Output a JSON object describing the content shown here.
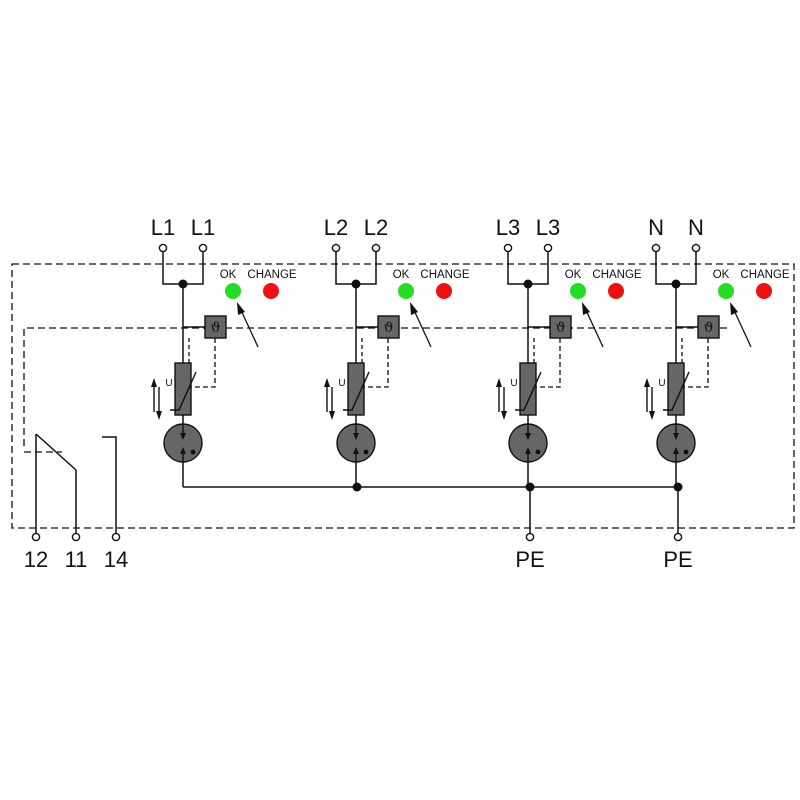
{
  "colors": {
    "line": "#111111",
    "component_fill": "#666666",
    "led_ok": "#22dd22",
    "led_change": "#ee1111",
    "background": "#ffffff"
  },
  "modules": [
    {
      "terminal_left": "L1",
      "terminal_right": "L1",
      "ok_label": "OK",
      "change_label": "CHANGE",
      "theta_symbol": "ϑ",
      "u_label": "U"
    },
    {
      "terminal_left": "L2",
      "terminal_right": "L2",
      "ok_label": "OK",
      "change_label": "CHANGE",
      "theta_symbol": "ϑ",
      "u_label": "U"
    },
    {
      "terminal_left": "L3",
      "terminal_right": "L3",
      "ok_label": "OK",
      "change_label": "CHANGE",
      "theta_symbol": "ϑ",
      "u_label": "U"
    },
    {
      "terminal_left": "N",
      "terminal_right": "N",
      "ok_label": "OK",
      "change_label": "CHANGE",
      "theta_symbol": "ϑ",
      "u_label": "U"
    }
  ],
  "relay_terminals": [
    "12",
    "11",
    "14"
  ],
  "pe_terminals": [
    "PE",
    "PE"
  ]
}
